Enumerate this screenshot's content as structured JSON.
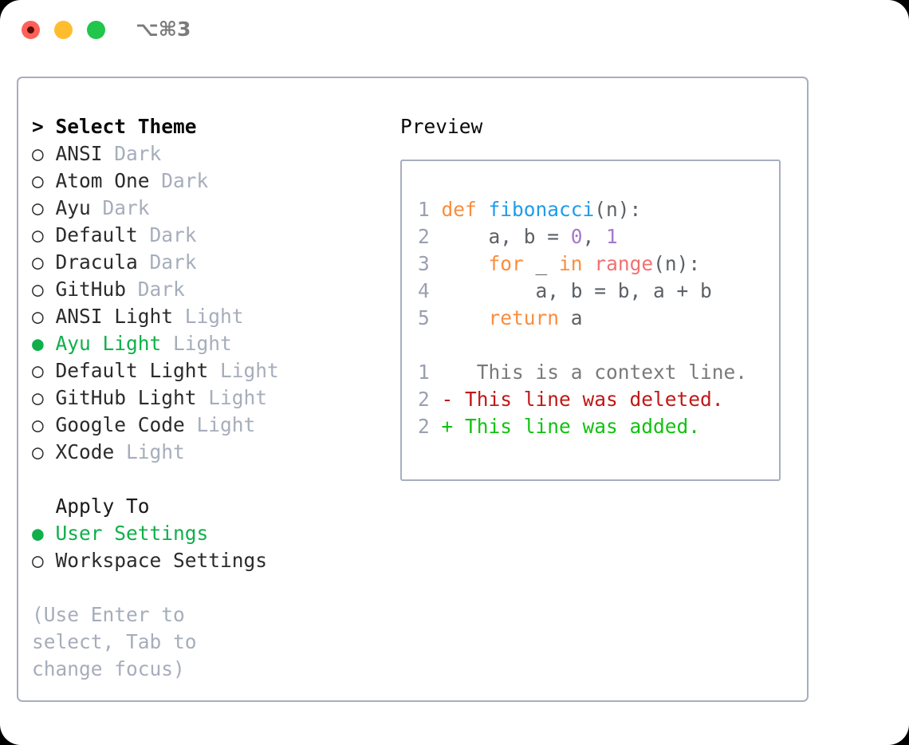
{
  "titlebar": {
    "shortcut": "⌥⌘3",
    "lights": [
      {
        "name": "close-button",
        "color": "#ff6159"
      },
      {
        "name": "minimize-button",
        "color": "#ffbd2e"
      },
      {
        "name": "maximize-button",
        "color": "#21c64b"
      }
    ]
  },
  "theme_list": {
    "heading": "> Select Theme",
    "items": [
      {
        "marker": "○",
        "label": "ANSI",
        "tag": "Dark",
        "selected": false
      },
      {
        "marker": "○",
        "label": "Atom One",
        "tag": "Dark",
        "selected": false
      },
      {
        "marker": "○",
        "label": "Ayu",
        "tag": "Dark",
        "selected": false
      },
      {
        "marker": "○",
        "label": "Default",
        "tag": "Dark",
        "selected": false
      },
      {
        "marker": "○",
        "label": "Dracula",
        "tag": "Dark",
        "selected": false
      },
      {
        "marker": "○",
        "label": "GitHub",
        "tag": "Dark",
        "selected": false
      },
      {
        "marker": "○",
        "label": "ANSI Light",
        "tag": "Light",
        "selected": false
      },
      {
        "marker": "●",
        "label": "Ayu Light",
        "tag": "Light",
        "selected": true
      },
      {
        "marker": "○",
        "label": "Default Light",
        "tag": "Light",
        "selected": false
      },
      {
        "marker": "○",
        "label": "GitHub Light",
        "tag": "Light",
        "selected": false
      },
      {
        "marker": "○",
        "label": "Google Code",
        "tag": "Light",
        "selected": false
      },
      {
        "marker": "○",
        "label": "XCode",
        "tag": "Light",
        "selected": false
      }
    ]
  },
  "apply_to": {
    "heading": "Apply To",
    "items": [
      {
        "marker": "●",
        "label": "User Settings",
        "selected": true
      },
      {
        "marker": "○",
        "label": "Workspace Settings",
        "selected": false
      }
    ]
  },
  "hint": "(Use Enter to select, Tab to change focus)",
  "preview": {
    "title": "Preview",
    "code_lines": [
      {
        "num": "1",
        "tokens": [
          {
            "t": "def",
            "c": "kw"
          },
          {
            "t": " ",
            "c": "plain"
          },
          {
            "t": "fibonacci",
            "c": "fn"
          },
          {
            "t": "(n):",
            "c": "punct"
          }
        ]
      },
      {
        "num": "2",
        "tokens": [
          {
            "t": "    a, b = ",
            "c": "plain"
          },
          {
            "t": "0",
            "c": "num"
          },
          {
            "t": ", ",
            "c": "plain"
          },
          {
            "t": "1",
            "c": "num"
          }
        ]
      },
      {
        "num": "3",
        "tokens": [
          {
            "t": "    ",
            "c": "plain"
          },
          {
            "t": "for",
            "c": "kw"
          },
          {
            "t": " _ ",
            "c": "plain"
          },
          {
            "t": "in",
            "c": "kw"
          },
          {
            "t": " ",
            "c": "plain"
          },
          {
            "t": "range",
            "c": "bin"
          },
          {
            "t": "(n):",
            "c": "punct"
          }
        ]
      },
      {
        "num": "4",
        "tokens": [
          {
            "t": "        a, b = b, a + b",
            "c": "plain"
          }
        ]
      },
      {
        "num": "5",
        "tokens": [
          {
            "t": "    ",
            "c": "plain"
          },
          {
            "t": "return",
            "c": "kw"
          },
          {
            "t": " a",
            "c": "plain"
          }
        ]
      }
    ],
    "diff_lines": [
      {
        "num": "1",
        "sign": " ",
        "text": "  This is a context line.",
        "kind": "ctx"
      },
      {
        "num": "2",
        "sign": "-",
        "text": " This line was deleted.",
        "kind": "del"
      },
      {
        "num": "2",
        "sign": "+",
        "text": " This line was added.",
        "kind": "add"
      }
    ]
  },
  "colors": {
    "accent_green": "#0fb04a",
    "border": "#a8aebe",
    "muted": "#a6adbb",
    "keyword": "#fa8d3e",
    "function": "#1f9cea",
    "number": "#a37acc",
    "builtin": "#f07171",
    "diff_add": "#12c212",
    "diff_del": "#c01818",
    "line_number": "#9aa0b0"
  }
}
